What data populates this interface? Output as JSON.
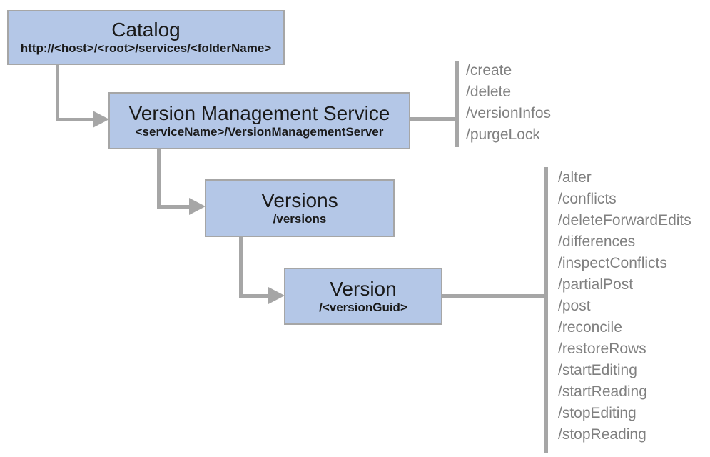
{
  "diagram": {
    "nodes": [
      {
        "id": "catalog",
        "title": "Catalog",
        "subtitle": "http://<host>/<root>/services/<folderName>"
      },
      {
        "id": "version-management-service",
        "title": "Version Management Service",
        "subtitle": "<serviceName>/VersionManagementServer"
      },
      {
        "id": "versions",
        "title": "Versions",
        "subtitle": "/versions"
      },
      {
        "id": "version",
        "title": "Version",
        "subtitle": "/<versionGuid>"
      }
    ],
    "operation_lists": [
      {
        "attached_to": "Version Management Service",
        "items": [
          "/create",
          "/delete",
          "/versionInfos",
          "/purgeLock"
        ]
      },
      {
        "attached_to": "Version",
        "items": [
          "/alter",
          "/conflicts",
          "/deleteForwardEdits",
          "/differences",
          "/inspectConflicts",
          "/partialPost",
          "/post",
          "/reconcile",
          "/restoreRows",
          "/startEditing",
          "/startReading",
          "/stopEditing",
          "/stopReading"
        ]
      }
    ],
    "colors": {
      "node_fill": "#b4c7e7",
      "node_border": "#a6a6a6",
      "connector": "#a6a6a6",
      "node_text": "#1a1a1a",
      "operation_text": "#808080"
    }
  }
}
